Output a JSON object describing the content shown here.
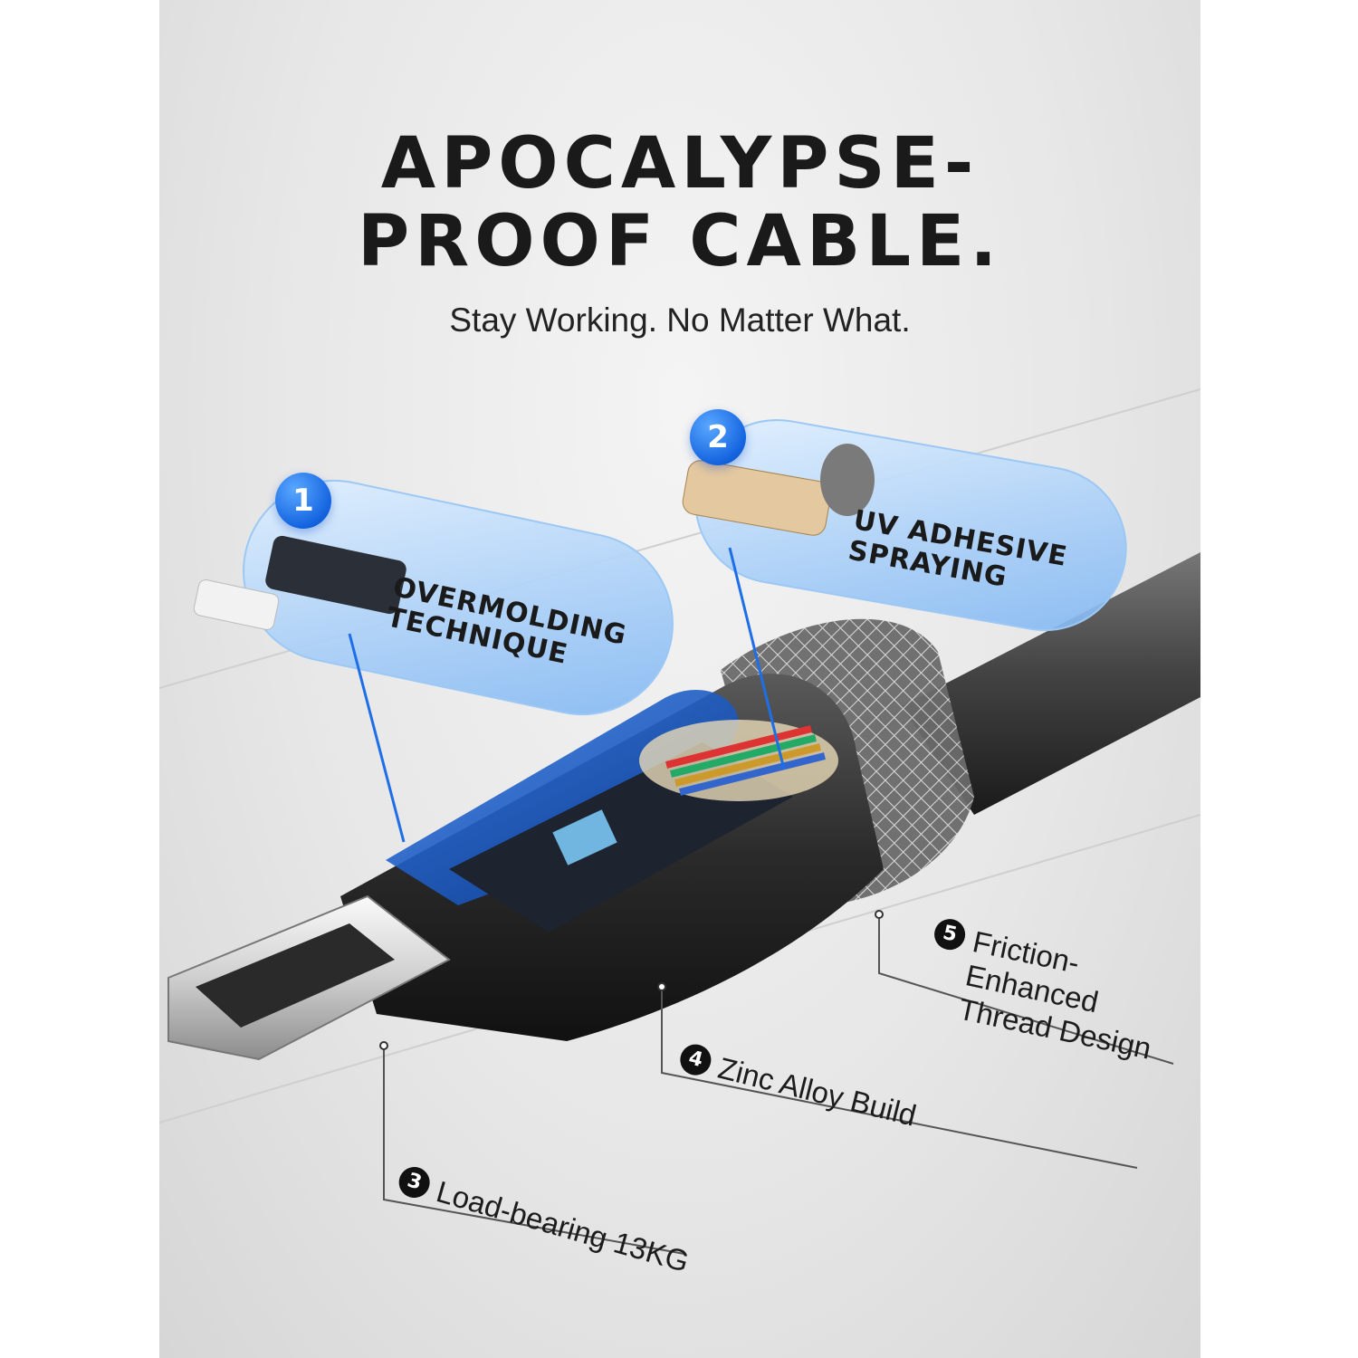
{
  "headline": {
    "line1": "APOCALYPSE-",
    "line2": "PROOF CABLE."
  },
  "subtitle": "Stay Working. No Matter What.",
  "callouts": [
    {
      "number": "1",
      "label": "OVERMOLDING\nTECHNIQUE"
    },
    {
      "number": "2",
      "label": "UV ADHESIVE\nSPRAYING"
    }
  ],
  "specs": [
    {
      "number": "3",
      "label": "Load-bearing 13KG"
    },
    {
      "number": "4",
      "label": "Zinc Alloy Build"
    },
    {
      "number": "5",
      "label": "Friction-Enhanced\nThread Design"
    }
  ],
  "colors": {
    "accent_blue": "#1464e0",
    "pill_fill": "#bfe0ff",
    "text_dark": "#1a1a1a",
    "background": "#e7e7e7"
  }
}
